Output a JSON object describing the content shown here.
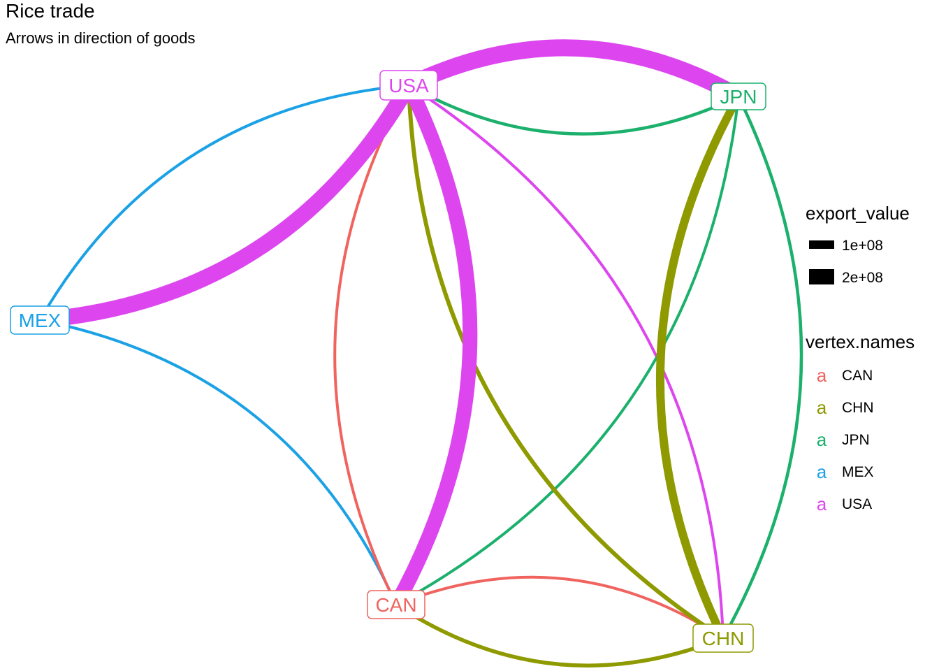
{
  "title": "Rice trade",
  "subtitle": "Arrows in direction of goods",
  "colors": {
    "CAN": "#F0635E",
    "CHN": "#8E9A00",
    "JPN": "#1BB06C",
    "MEX": "#1BA1E5",
    "USA": "#DD46EF"
  },
  "nodes": [
    {
      "id": "USA",
      "label": "USA"
    },
    {
      "id": "JPN",
      "label": "JPN"
    },
    {
      "id": "MEX",
      "label": "MEX"
    },
    {
      "id": "CAN",
      "label": "CAN"
    },
    {
      "id": "CHN",
      "label": "CHN"
    }
  ],
  "edges": [
    {
      "from": "USA",
      "to": "MEX",
      "export_value": 230000000
    },
    {
      "from": "USA",
      "to": "JPN",
      "export_value": 240000000
    },
    {
      "from": "USA",
      "to": "CAN",
      "export_value": 210000000
    },
    {
      "from": "USA",
      "to": "CHN",
      "export_value": 25000000
    },
    {
      "from": "MEX",
      "to": "USA",
      "export_value": 35000000
    },
    {
      "from": "MEX",
      "to": "CAN",
      "export_value": 30000000
    },
    {
      "from": "JPN",
      "to": "USA",
      "export_value": 45000000
    },
    {
      "from": "JPN",
      "to": "CAN",
      "export_value": 40000000
    },
    {
      "from": "JPN",
      "to": "CHN",
      "export_value": 45000000
    },
    {
      "from": "CHN",
      "to": "USA",
      "export_value": 60000000
    },
    {
      "from": "CHN",
      "to": "JPN",
      "export_value": 120000000
    },
    {
      "from": "CHN",
      "to": "CAN",
      "export_value": 55000000
    },
    {
      "from": "CAN",
      "to": "USA",
      "export_value": 40000000
    },
    {
      "from": "CAN",
      "to": "CHN",
      "export_value": 35000000
    }
  ],
  "legend": {
    "size_title": "export_value",
    "size_items": [
      {
        "label": "1e+08",
        "value": 100000000
      },
      {
        "label": "2e+08",
        "value": 200000000
      }
    ],
    "color_title": "vertex.names",
    "glyph": "a",
    "color_items": [
      "CAN",
      "CHN",
      "JPN",
      "MEX",
      "USA"
    ]
  }
}
